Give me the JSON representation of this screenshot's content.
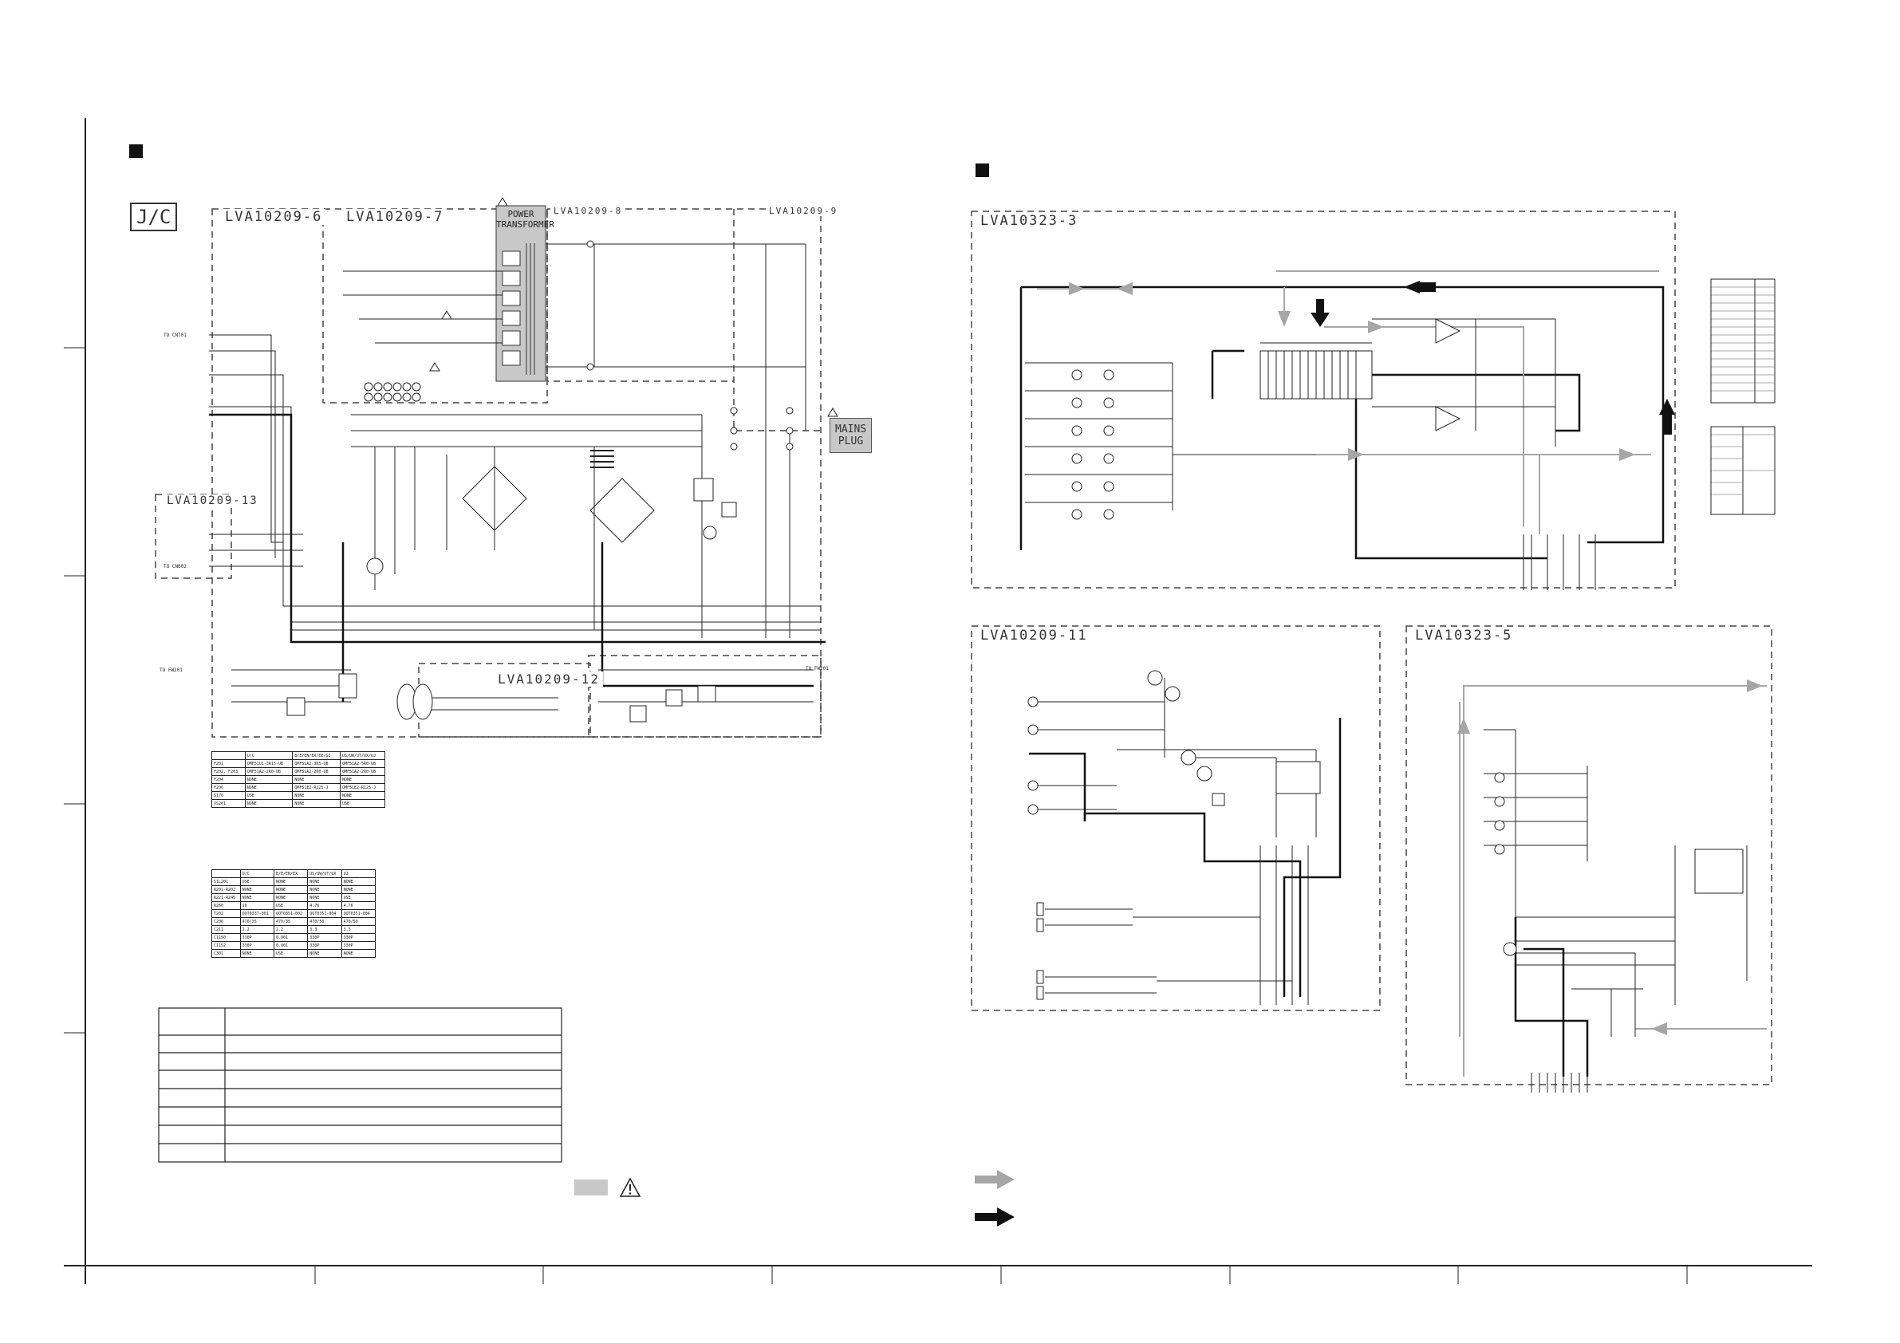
{
  "left_panel": {
    "jc_badge": "J/C",
    "boards": [
      {
        "id": "lva10209-6",
        "label": "LVA10209-6"
      },
      {
        "id": "lva10209-7",
        "label": "LVA10209-7"
      },
      {
        "id": "lva10209-8",
        "label": "LVA10209-8"
      },
      {
        "id": "lva10209-9",
        "label": "LVA10209-9"
      },
      {
        "id": "lva10209-13",
        "label": "LVA10209-13"
      },
      {
        "id": "lva10209-12",
        "label": "LVA10209-12"
      }
    ],
    "power_transformer": "POWER\nTRANSFORMER",
    "mains_plug": "MAINS\nPLUG"
  },
  "right_panel": {
    "boards": [
      {
        "id": "lva10323-3",
        "label": "LVA10323-3"
      },
      {
        "id": "lva10209-11",
        "label": "LVA10209-11"
      },
      {
        "id": "lva10323-5",
        "label": "LVA10323-5"
      }
    ]
  },
  "tables": {
    "fuse_table": {
      "header": [
        "",
        "U/C",
        "B/E/EN/EX/EE/GI",
        "US/UW/UT/UX/UJ"
      ],
      "rows": [
        [
          "F201",
          "QMF51U1-3R15-UB",
          "QMF51A2-3R5-UB",
          "QMF51A2-5R0-UB"
        ],
        [
          "F202, F203",
          "QMF51A2-2R0-UB",
          "QMF51A2-2R0-UB",
          "QMF51A2-2R0-UB"
        ],
        [
          "F204",
          "NONE",
          "NONE",
          "NONE"
        ],
        [
          "F206",
          "NONE",
          "QMF51E2-R125-J",
          "QMF51E2-R125-J"
        ],
        [
          "S170",
          "USE",
          "NONE",
          "NONE"
        ],
        [
          "VS201",
          "NONE",
          "NONE",
          "USE"
        ]
      ]
    },
    "component_table": {
      "header": [
        "",
        "U/C",
        "B/E/EN/EX",
        "US/UW/UT/UX",
        "UJ"
      ],
      "rows": [
        [
          "S1L201",
          "USE",
          "NONE",
          "NONE",
          "NONE"
        ],
        [
          "R201-R202",
          "NONE",
          "NONE",
          "NONE",
          "NONE"
        ],
        [
          "R221-R245",
          "NONE",
          "NONE",
          "NONE",
          "USE"
        ],
        [
          "R260",
          "10",
          "USE",
          "4.7K",
          "4.7K"
        ],
        [
          "T202",
          "QQT0337-001",
          "QQT0351-002",
          "QQT0351-004",
          "QQT0351-004"
        ],
        [
          "C206",
          "470/35",
          "470/35",
          "470/50",
          "470/50"
        ],
        [
          "C211",
          "2.2",
          "2.2",
          "3.3",
          "3.3"
        ],
        [
          "C1150",
          "330P",
          "0.001",
          "330P",
          "330P"
        ],
        [
          "C1152",
          "330P",
          "0.001",
          "330P",
          "330P"
        ],
        [
          "C301",
          "NONE",
          "USE",
          "NONE",
          "NONE"
        ]
      ]
    },
    "blank_table_rows": 7
  },
  "colors": {
    "line": "#222222",
    "dash": "#444444",
    "signal_grey": "#a6a6a6",
    "safety_fill": "#c8c8c8"
  },
  "legend_icons": {
    "safety": "warning-triangle-icon",
    "grey_arrow": "grey-signal-arrow-icon",
    "black_arrow": "black-signal-arrow-icon"
  }
}
